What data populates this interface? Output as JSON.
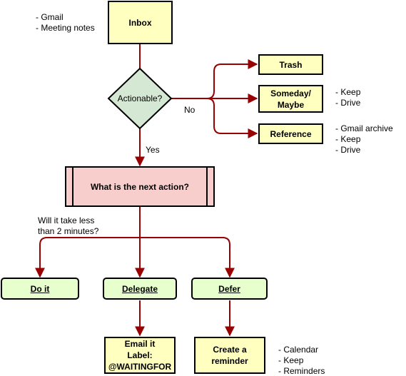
{
  "nodes": {
    "inbox": "Inbox",
    "actionable": "Actionable?",
    "trash": "Trash",
    "someday_maybe": [
      "Someday/",
      "Maybe"
    ],
    "reference": "Reference",
    "next_action": "What is the next action?",
    "do_it": "Do it",
    "delegate": "Delegate",
    "defer": "Defer",
    "email_it": [
      "Email it",
      "Label:",
      "@WAITINGFOR"
    ],
    "create_reminder": [
      "Create a",
      "reminder"
    ]
  },
  "edge_labels": {
    "no": "No",
    "yes": "Yes",
    "two_minutes": [
      "Will it take less",
      "than 2 minutes?"
    ]
  },
  "notes": {
    "inbox_sources": [
      "Gmail",
      "Meeting notes"
    ],
    "someday_tools": [
      "Keep",
      "Drive"
    ],
    "reference_tools": [
      "Gmail archive",
      "Keep",
      "Drive"
    ],
    "reminder_tools": [
      "Calendar",
      "Keep",
      "Reminders"
    ]
  },
  "colors": {
    "connector": "#990000",
    "process_fill": "#ffffc0",
    "decision_fill": "#d5e8d4",
    "action_fill": "#f8cecc",
    "outcome_fill": "#e6ffcc"
  }
}
